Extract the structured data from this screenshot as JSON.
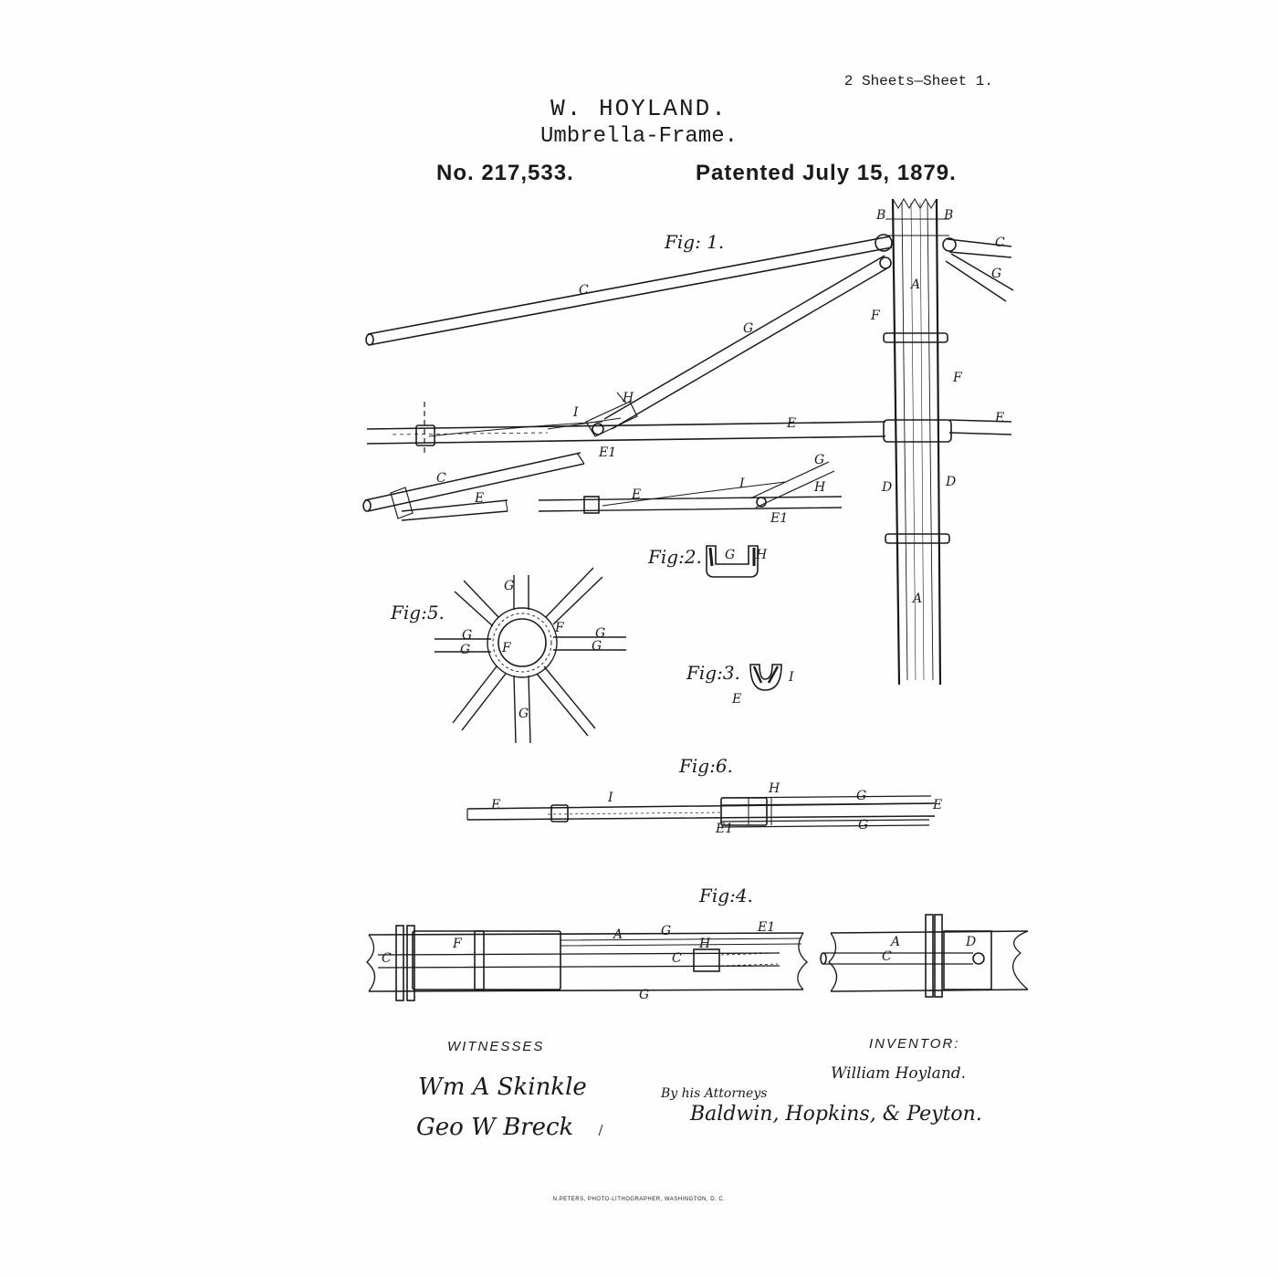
{
  "header": {
    "sheet_info": "2 Sheets—Sheet 1.",
    "inventor_name": "W. HOYLAND.",
    "subject": "Umbrella-Frame.",
    "patent_number": "No. 217,533.",
    "patent_date": "Patented July 15, 1879."
  },
  "figures": {
    "fig1": "Fig: 1.",
    "fig2": "Fig:2.",
    "fig3": "Fig:3.",
    "fig4": "Fig:4.",
    "fig5": "Fig:5.",
    "fig6": "Fig:6."
  },
  "part_labels": {
    "A": "A",
    "B": "B",
    "C": "C",
    "D": "D",
    "E": "E",
    "E1": "E1",
    "F": "F",
    "G": "G",
    "H": "H",
    "I": "I"
  },
  "footer": {
    "witnesses_heading": "WITNESSES",
    "witness_1": "Wm A Skinkle",
    "witness_2": "Geo W Breck",
    "inventor_heading": "INVENTOR:",
    "inventor_signature": "William Hoyland.",
    "attorneys_prefix": "By his Attorneys",
    "attorneys": "Baldwin, Hopkins, & Peyton.",
    "printer": "N.PETERS, PHOTO-LITHOGRAPHER, WASHINGTON, D. C."
  },
  "colors": {
    "ink": "#1a1a1a",
    "paper": "#fefefe"
  }
}
